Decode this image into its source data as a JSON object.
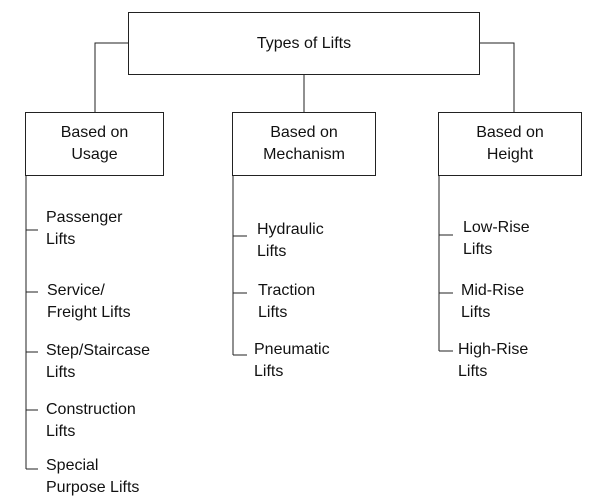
{
  "root": {
    "label": "Types of Lifts"
  },
  "categories": [
    {
      "label": "Based on\nUsage",
      "items": [
        "Passenger\nLifts",
        "Service/\nFreight Lifts",
        "Step/Staircase\nLifts",
        "Construction\nLifts",
        "Special\nPurpose Lifts"
      ]
    },
    {
      "label": "Based on\nMechanism",
      "items": [
        "Hydraulic\nLifts",
        "Traction\nLifts",
        "Pneumatic\nLifts"
      ]
    },
    {
      "label": "Based on\nHeight",
      "items": [
        "Low-Rise\nLifts",
        "Mid-Rise\nLifts",
        "High-Rise\nLifts"
      ]
    }
  ],
  "colors": {
    "line": "#222222",
    "text": "#111111",
    "background": "#ffffff"
  }
}
